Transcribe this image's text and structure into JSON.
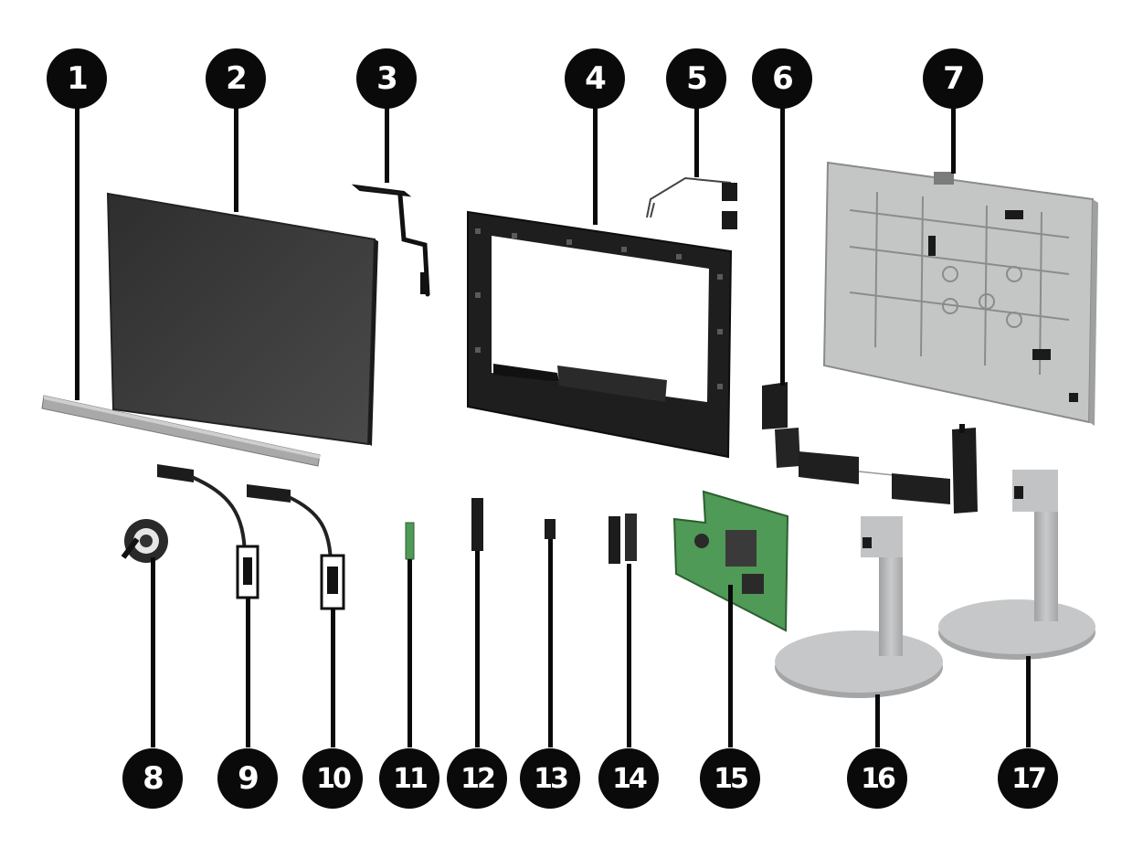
{
  "callouts": {
    "c1": "1",
    "c2": "2",
    "c3": "3",
    "c4": "4",
    "c5": "5",
    "c6": "6",
    "c7": "7",
    "c8": "8",
    "c9": "9",
    "c10": "10",
    "c11": "11",
    "c12": "12",
    "c13": "13",
    "c14": "14",
    "c15": "15",
    "c16": "16",
    "c17": "17"
  },
  "colors": {
    "callout_fill": "#0a0a0a",
    "callout_text": "#ffffff",
    "panel_dark": "#3a3a3a",
    "frame_black": "#1c1c1c",
    "back_cover_gray": "#c2c4c4",
    "stand_gray": "#b8b9ba",
    "board_green": "#4f9a56",
    "strip_gray": "#9c9c9c"
  }
}
